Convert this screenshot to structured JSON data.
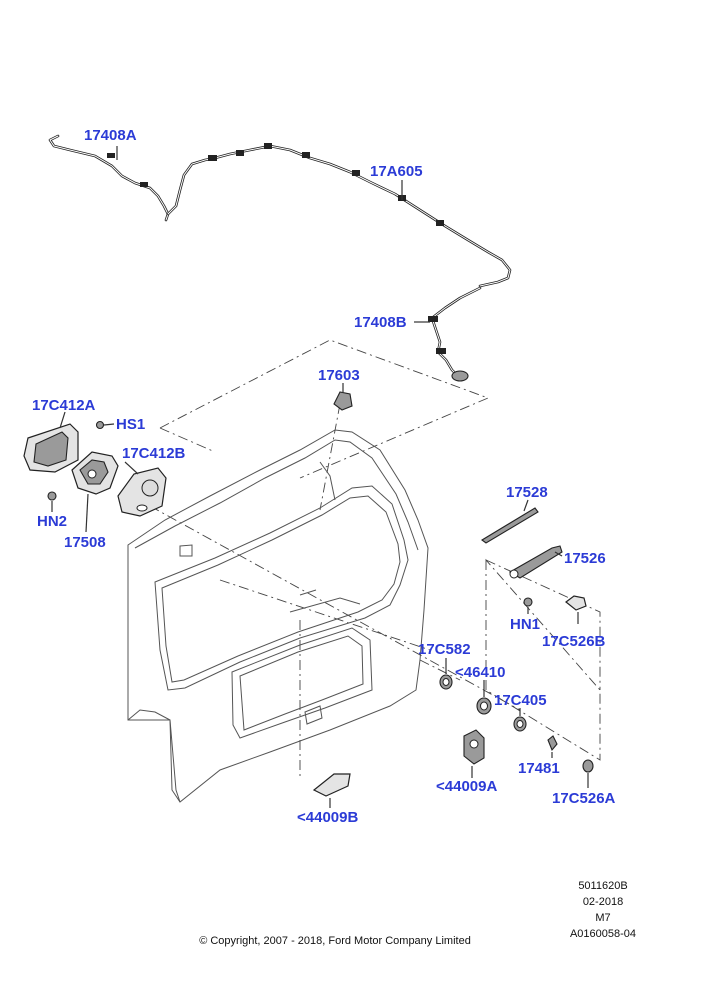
{
  "labels": {
    "l17408A": "17408A",
    "l17A605": "17A605",
    "l17408B": "17408B",
    "l17603": "17603",
    "l17C412A": "17C412A",
    "lHS1": "HS1",
    "l17C412B": "17C412B",
    "lHN2": "HN2",
    "l17508": "17508",
    "l17528": "17528",
    "l17526": "17526",
    "lHN1": "HN1",
    "l17C526B": "17C526B",
    "l17C582": "17C582",
    "l46410": "<46410",
    "l17C405": "17C405",
    "l17481": "17481",
    "l44009A": "<44009A",
    "l17C526A": "17C526A",
    "l44009B": "<44009B"
  },
  "meta": {
    "ref1": "5011620B",
    "ref2": "02-2018",
    "ref3": "M7",
    "ref4": "A0160058-04",
    "copyright": "© Copyright, 2007 - 2018, Ford Motor Company Limited"
  },
  "colors": {
    "label": "#2b3bd6",
    "line": "#333333"
  }
}
